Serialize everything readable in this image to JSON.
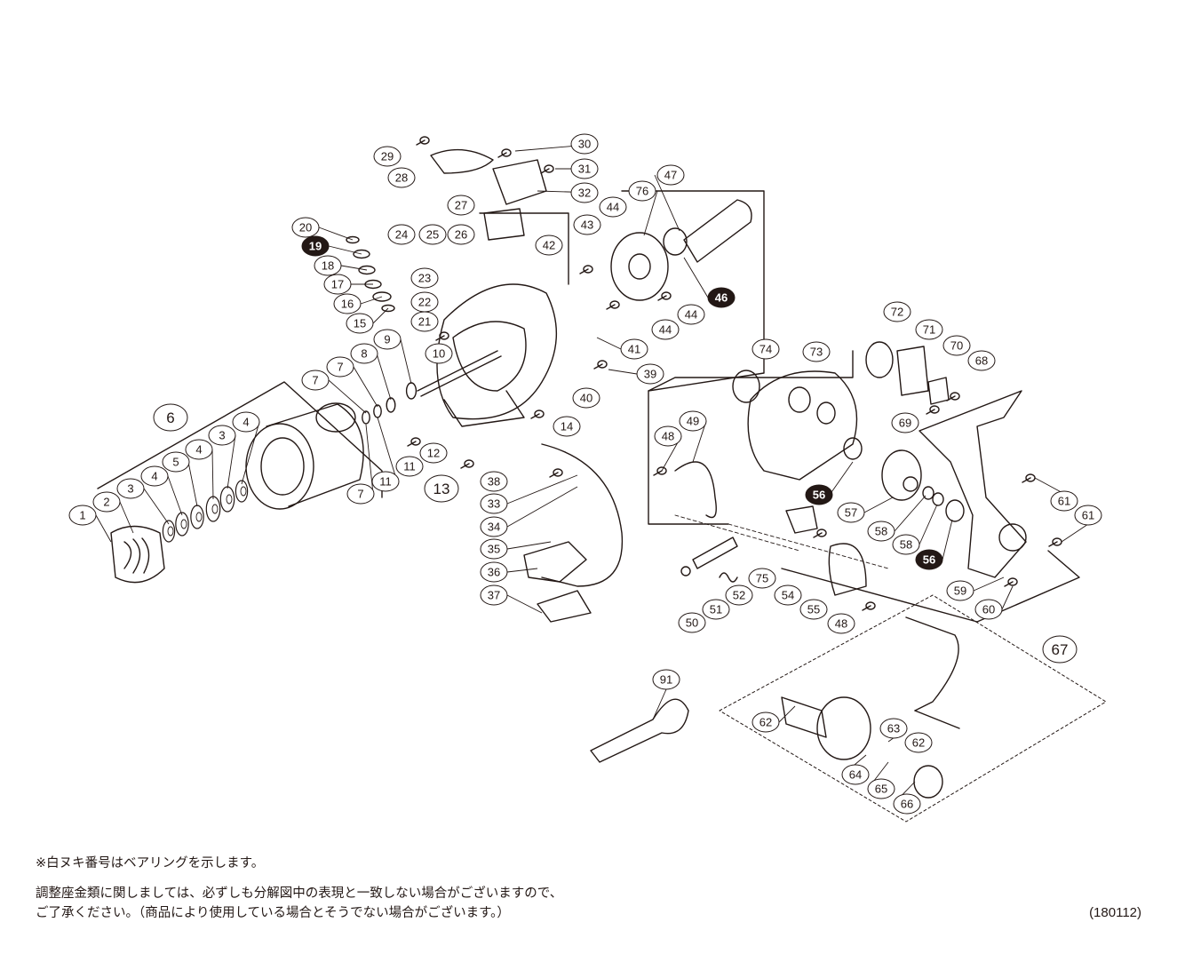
{
  "diagram": {
    "parts_outlined": [
      "1",
      "2",
      "3",
      "4",
      "5",
      "6",
      "7",
      "8",
      "9",
      "10",
      "11",
      "12",
      "13",
      "14",
      "15",
      "16",
      "17",
      "18",
      "20",
      "21",
      "22",
      "23",
      "24",
      "25",
      "26",
      "27",
      "28",
      "29",
      "30",
      "31",
      "32",
      "33",
      "34",
      "35",
      "36",
      "37",
      "38",
      "39",
      "40",
      "41",
      "42",
      "43",
      "44",
      "47",
      "48",
      "49",
      "50",
      "51",
      "52",
      "54",
      "55",
      "57",
      "58",
      "59",
      "60",
      "61",
      "62",
      "63",
      "64",
      "65",
      "66",
      "67",
      "68",
      "69",
      "70",
      "71",
      "72",
      "73",
      "74",
      "75",
      "76",
      "91"
    ],
    "parts_bearing": [
      "19",
      "46",
      "56"
    ]
  },
  "notes": {
    "legend": "※白ヌキ番号はベアリングを示します。",
    "disclaimer_line1": "調整座金類に関しましては、必ずしも分解図中の表現と一致しない場合がございますので、",
    "disclaimer_line2": "ご了承ください。（商品により使用している場合とそうでない場合がございます。）",
    "code": "(180112)"
  },
  "colors": {
    "line": "#231815",
    "bearing_fill": "#231815",
    "bearing_text": "#ffffff"
  }
}
